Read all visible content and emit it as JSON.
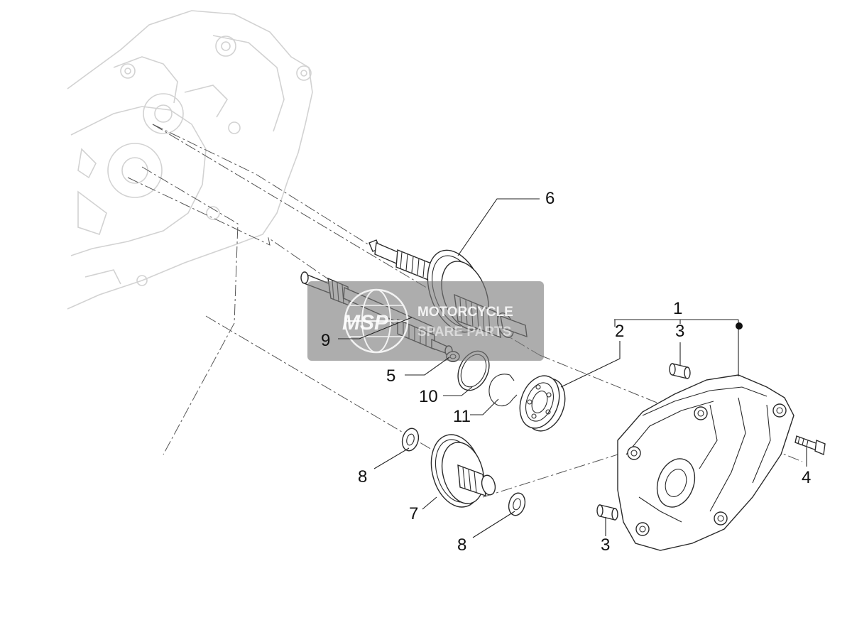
{
  "callouts": {
    "c1": "1",
    "c2": "2",
    "c3a": "3",
    "c3b": "3",
    "c4": "4",
    "c5": "5",
    "c6": "6",
    "c7": "7",
    "c8a": "8",
    "c8b": "8",
    "c9": "9",
    "c10": "10",
    "c11": "11"
  },
  "watermark": {
    "logo": "MSP",
    "line1": "MOTORCYCLE",
    "line2": "SPARE PARTS",
    "band_color": "#7a7a7a"
  },
  "colors": {
    "line": "#2a2a2a",
    "ghost": "#d2d2d2"
  }
}
